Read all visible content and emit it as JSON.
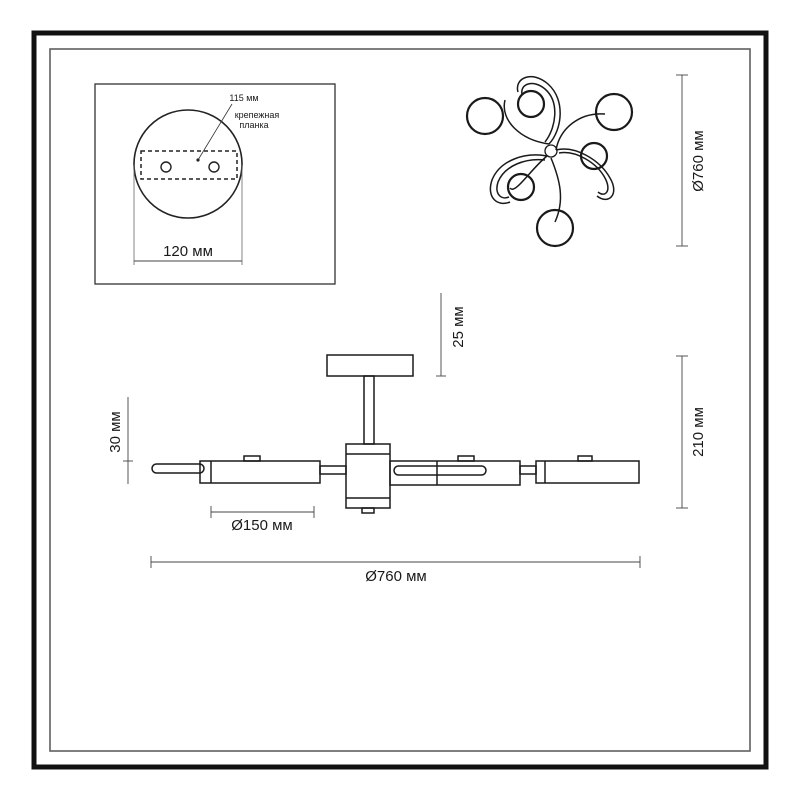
{
  "mounting_plate": {
    "plate_width_label": "115 мм",
    "plate_name_line1": "крепежная",
    "plate_name_line2": "планка",
    "base_diameter_label": "120 мм"
  },
  "top_view": {
    "diameter_label": "Ø760 мм"
  },
  "side_view": {
    "canopy_height_label": "25 мм",
    "total_height_label": "210 мм",
    "arm_height_label": "30 мм",
    "shade_diameter_label": "Ø150 мм",
    "overall_diameter_label": "Ø760 мм"
  }
}
